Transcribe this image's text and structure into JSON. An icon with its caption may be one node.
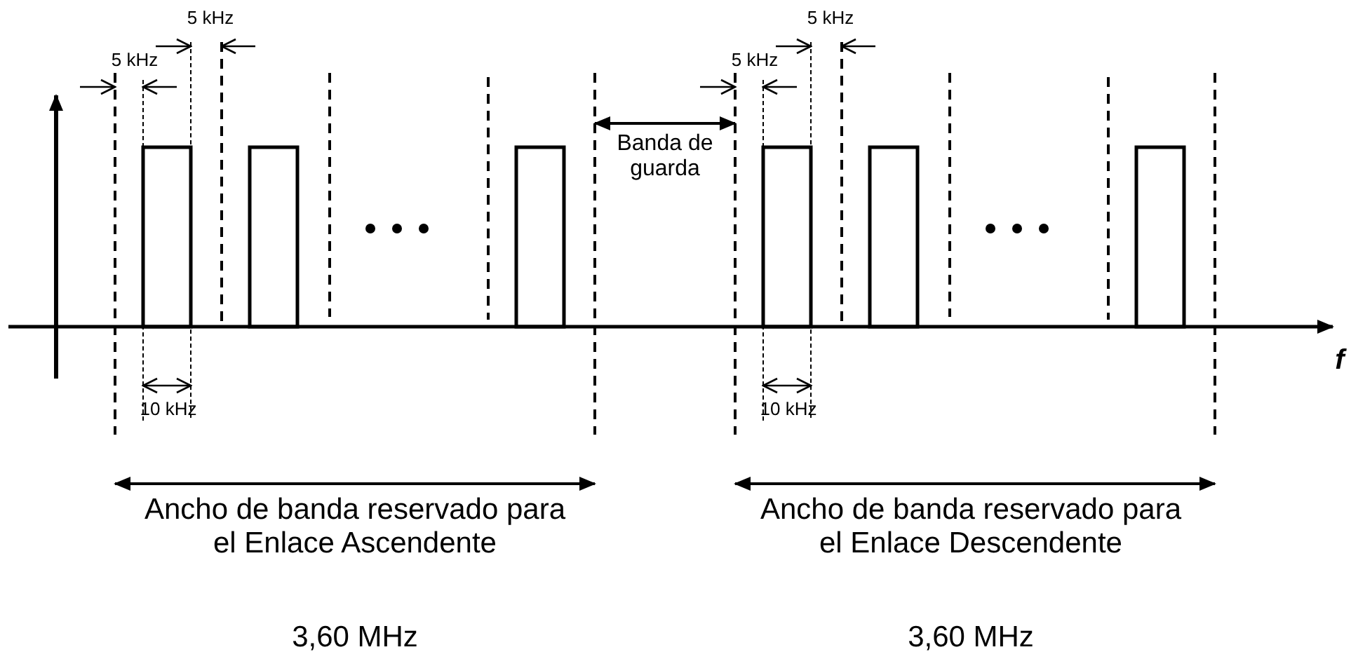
{
  "diagram": {
    "labels": [
      "5 kHz",
      "5 kHz",
      "5 kHz",
      "5 kHz",
      "Banda de guarda",
      "f",
      "10 kHz",
      "10 kHz",
      "Ancho de banda reservado para el Enlace Ascendente",
      "3,60 MHz",
      "Ancho de banda reservado para el Enlace Descendente",
      "3,60 MHz"
    ]
  }
}
